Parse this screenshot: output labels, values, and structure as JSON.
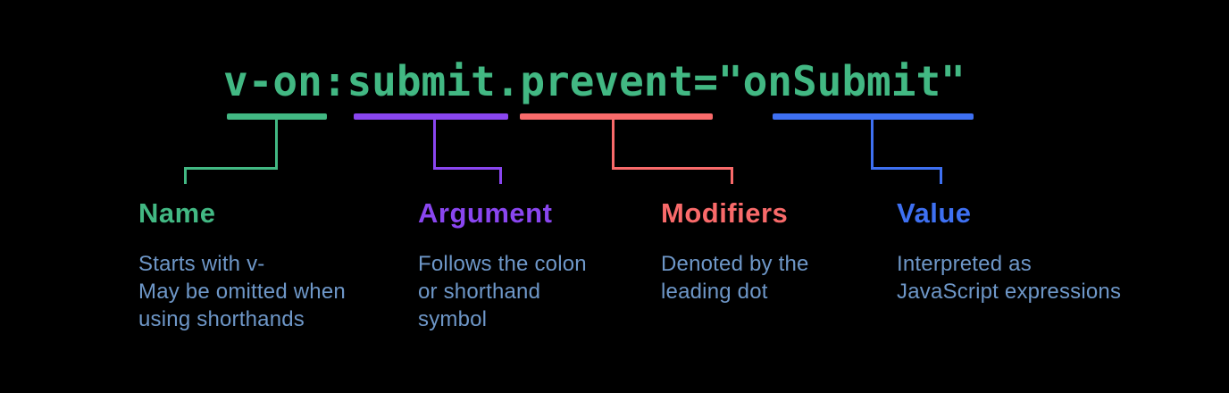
{
  "diagram": {
    "code": "v-on:submit.prevent=\"onSubmit\"",
    "annotations": [
      {
        "id": "name",
        "label": "Name",
        "underlined_token": "v-on",
        "color": "#42b883",
        "description": [
          "Starts with v-",
          "May be omitted when",
          "using shorthands"
        ]
      },
      {
        "id": "argument",
        "label": "Argument",
        "underlined_token": "submit",
        "color": "#8a46f0",
        "description": [
          "Follows the colon",
          "or shorthand",
          "symbol"
        ]
      },
      {
        "id": "modifiers",
        "label": "Modifiers",
        "underlined_token": "prevent",
        "color": "#f96a6a",
        "description": [
          "Denoted by the",
          "leading dot"
        ]
      },
      {
        "id": "value",
        "label": "Value",
        "underlined_token": "onSubmit",
        "color": "#3e70f2",
        "description": [
          "Interpreted as",
          "JavaScript expressions"
        ]
      }
    ],
    "colors": {
      "background": "#000000",
      "code_text": "#42b883",
      "description_text": "#6e97c8"
    }
  }
}
